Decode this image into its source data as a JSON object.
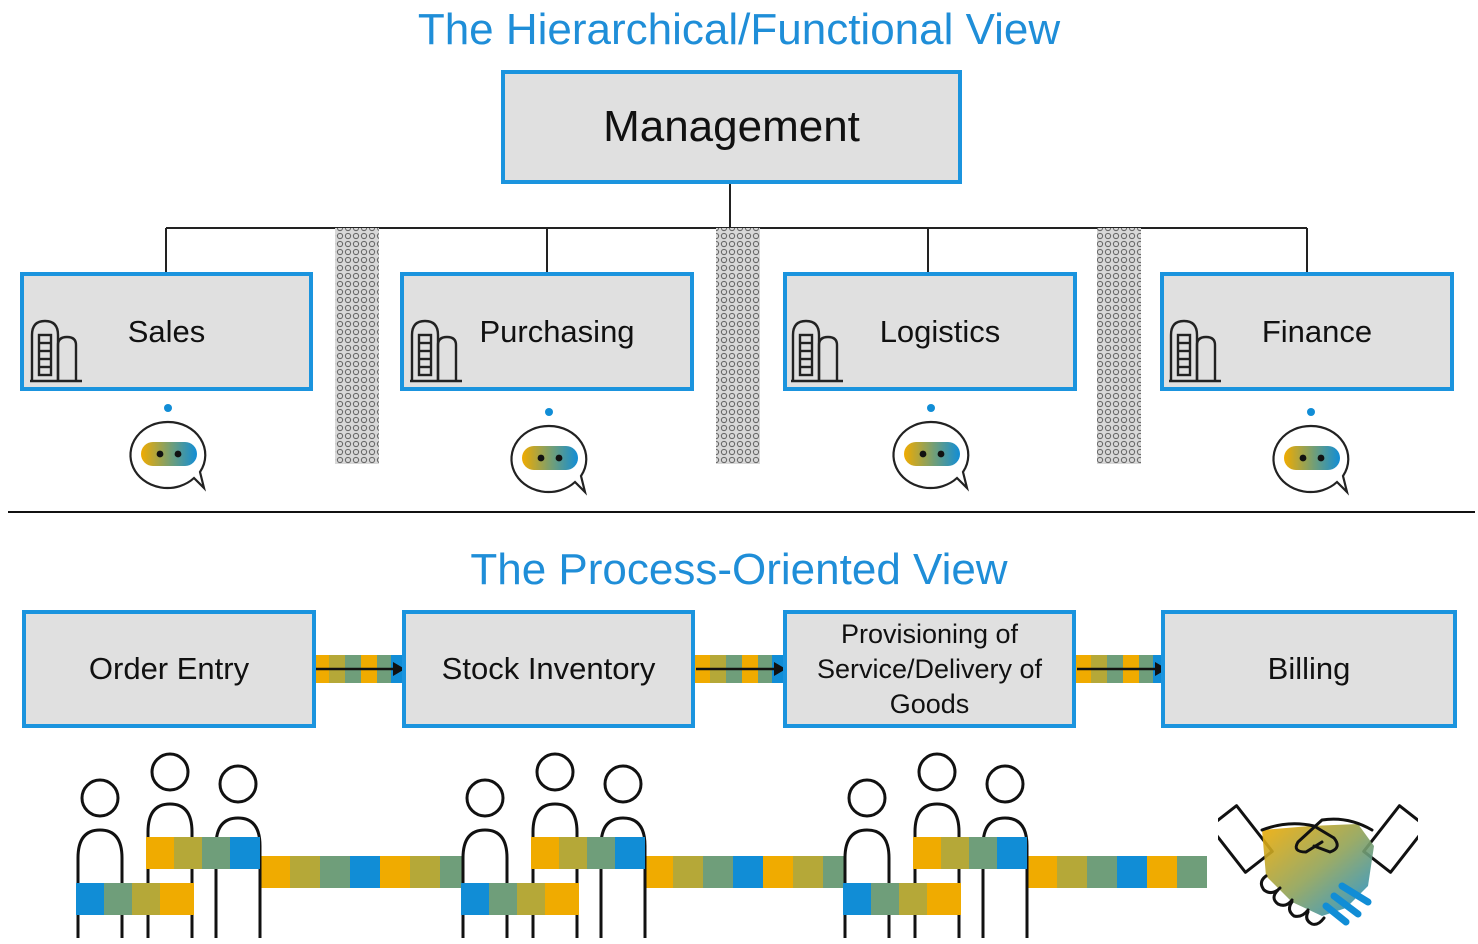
{
  "top_title": "The Hierarchical/Functional View",
  "bottom_title": "The Process-Oriented View",
  "management": {
    "label": "Management"
  },
  "departments": [
    {
      "label": "Sales"
    },
    {
      "label": "Purchasing"
    },
    {
      "label": "Logistics"
    },
    {
      "label": "Finance"
    }
  ],
  "process_steps": [
    {
      "label": "Order Entry"
    },
    {
      "label": "Stock Inventory"
    },
    {
      "label": "Provisioning of Service/Delivery of Goods",
      "lines": [
        "Provisioning of",
        "Service/Delivery of",
        "Goods"
      ]
    },
    {
      "label": "Billing"
    }
  ],
  "icons": {
    "department": "building-icon",
    "department_chat": "chat-bot-icon",
    "silo_wall": "silo-wall-icon",
    "team": "team-people-icon",
    "handshake": "handshake-icon",
    "process_arrow": "arrow-right-icon"
  },
  "colors": {
    "accent_blue": "#1f8ed8",
    "box_border": "#1b94de",
    "box_fill": "#e0e0e0",
    "stripe_orange": "#f0ab00",
    "stripe_blue": "#118dd6",
    "stripe_green": "#6f9e7a",
    "stripe_olive": "#b5a838"
  }
}
